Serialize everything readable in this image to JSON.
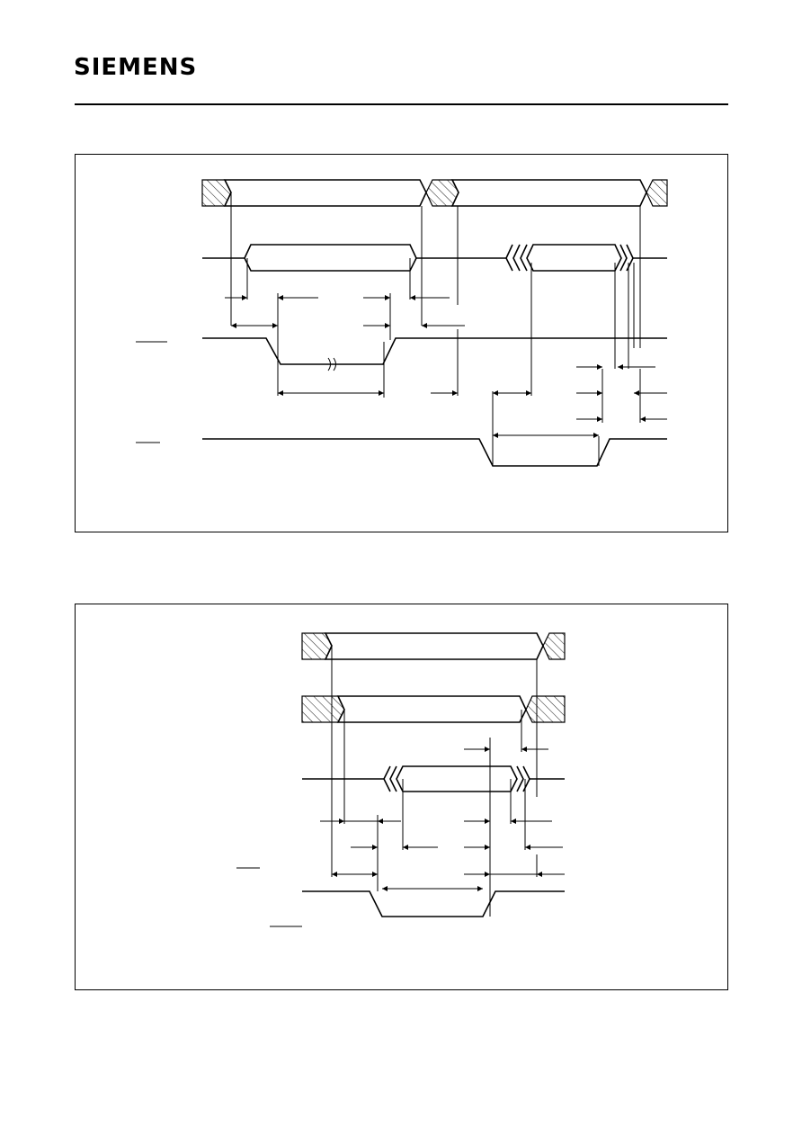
{
  "header": {
    "logo_text": "SIEMENS"
  },
  "figures": [
    {
      "id": "read-cycle-timing-diagram"
    },
    {
      "id": "write-cycle-timing-diagram"
    }
  ],
  "colors": {
    "ink": "#000000",
    "paper": "#ffffff"
  }
}
